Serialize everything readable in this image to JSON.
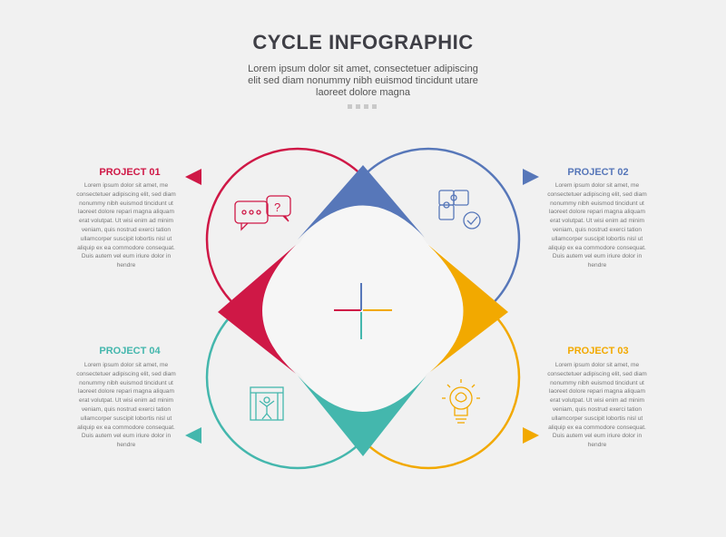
{
  "header": {
    "title": "CYCLE INFOGRAPHIC",
    "subtitle_lines": [
      "Lorem ipsum dolor sit amet, consectetuer adipiscing",
      "elit sed diam nonummy nibh euismod tincidunt utare",
      "laoreet dolore magna"
    ]
  },
  "colors": {
    "background": "#f1f1f1",
    "red": "#cf1846",
    "blue": "#5777b9",
    "yellow": "#f2a900",
    "teal": "#44b7ad",
    "title": "#3f3f46"
  },
  "projects": [
    {
      "title": "PROJECT 01",
      "color": "#cf1846",
      "icon": "chat-bubbles-icon",
      "body": "Lorem ipsum dolor sit amet, me consectetuer adipiscing elit, sed diam nonummy nibh euismod tincidunt ut laoreet dolore repari magna aliquam erat volutpat. Ut wisi enim ad minim veniam, quis nostrud exerci tation ullamcorper suscipit lobortis nisl ut aliquip ex ea commodore consequat. Duis autem vel eum iriure dolor in hendre"
    },
    {
      "title": "PROJECT 02",
      "color": "#5777b9",
      "icon": "puzzle-check-icon",
      "body": "Lorem ipsum dolor sit amet, me consectetuer adipiscing elit, sed diam nonummy nibh euismod tincidunt ut laoreet dolore repari magna aliquam erat volutpat. Ut wisi enim ad minim veniam, quis nostrud exerci tation ullamcorper suscipit lobortis nisl ut aliquip ex ea commodore consequat. Duis autem vel eum iriure dolor in hendre"
    },
    {
      "title": "PROJECT 03",
      "color": "#f2a900",
      "icon": "lightbulb-brain-icon",
      "body": "Lorem ipsum dolor sit amet, me consectetuer adipiscing elit, sed diam nonummy nibh euismod tincidunt ut laoreet dolore repari magna aliquam erat volutpat. Ut wisi enim ad minim veniam, quis nostrud exerci tation ullamcorper suscipit lobortis nisl ut aliquip ex ea commodore consequat. Duis autem vel eum iriure dolor in hendre"
    },
    {
      "title": "PROJECT 04",
      "color": "#44b7ad",
      "icon": "winner-podium-icon",
      "body": "Lorem ipsum dolor sit amet, me consectetuer adipiscing elit, sed diam nonummy nibh euismod tincidunt ut laoreet dolore repari magna aliquam erat volutpat. Ut wisi enim ad minim veniam, quis nostrud exerci tation ullamcorper suscipit lobortis nisl ut aliquip ex ea commodore consequat. Duis autem vel eum iriure dolor in hendre"
    }
  ]
}
